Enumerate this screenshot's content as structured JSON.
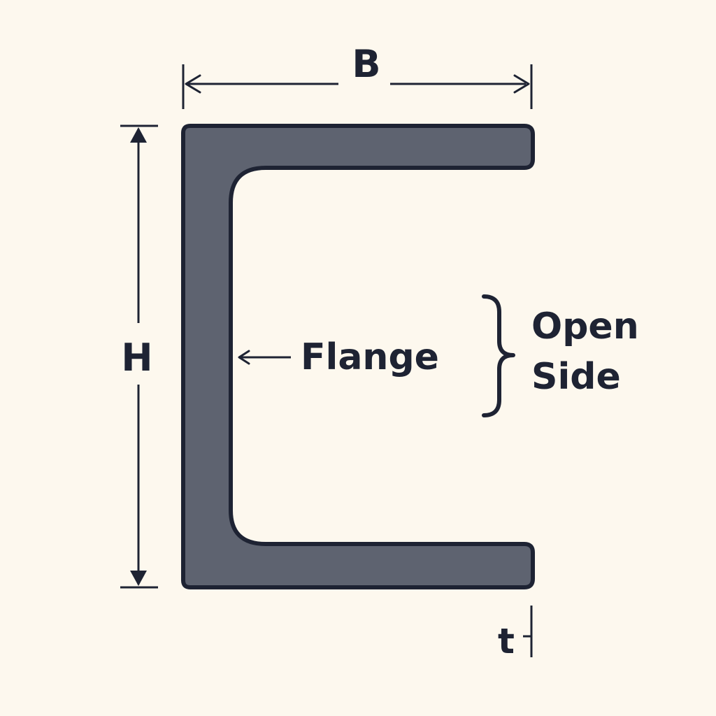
{
  "diagram": {
    "labels": {
      "width": "B",
      "height": "H",
      "flange": "Flange",
      "open_side_line1": "Open",
      "open_side_line2": "Side",
      "thickness": "t"
    },
    "colors": {
      "background": "#fdf8ee",
      "profile_fill": "#5e6370",
      "outline": "#1e2333"
    }
  }
}
